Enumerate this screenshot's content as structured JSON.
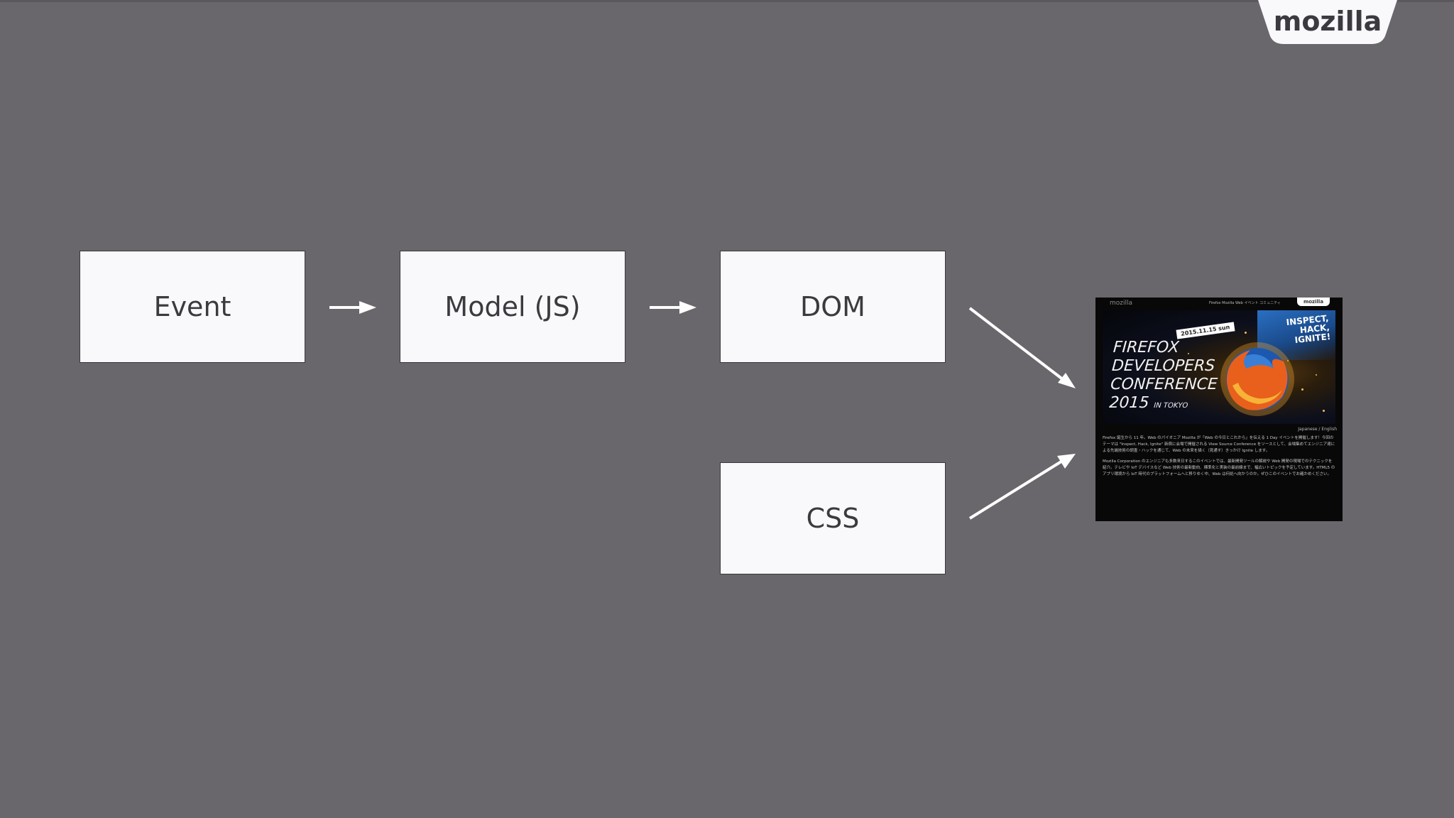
{
  "brand": {
    "logo_text": "mozilla"
  },
  "diagram": {
    "nodes": {
      "event": "Event",
      "model": "Model (JS)",
      "dom": "DOM",
      "css": "CSS"
    }
  },
  "thumbnail": {
    "nav_logo": "mozilla",
    "nav_links": "Firefox Mozilla Web イベント コミュニティ",
    "mozilla_tab": "mozilla",
    "date_badge": "2015.11.15 sun",
    "title_line1": "FIREFOX",
    "title_line2": "DEVELOPERS",
    "title_line3": "CONFERENCE",
    "title_line4": "2015",
    "title_suffix": "IN TOKYO",
    "tagline": "INSPECT,\nHACK,\nIGNITE!",
    "language_switch": "Japanese / English",
    "paragraph1": "Firefox 誕生から 11 年。Web のパイオニア Mozilla が「Web の今日とこれから」を伝える 1 Day イベントを開催します！今回のテーマは \"Inspect, Hack, Ignite\" 新宿に会場で開催される View Source Conference をソースとして、会場集めてエンジニア達による先端技術の調査・ハックを通じて、Web の未来を描く（見通す）きっかけ Ignite します。",
    "paragraph2": "Mozilla Corporation のエンジニアも多数来日するこのイベントでは、最新開発ツールの解説や Web 開発の現場でのテクニックを紹介。テレビや IoT デバイスなど Web 技術の最新動向、標準化と実装の最前線まで、幅広いトピックを予定しています。HTML5 のアプリ環境から IoT 時代のプラットフォームへと移りゆく中、Web は何処へ向かうのか。ぜひこのイベントでお確かめください。"
  }
}
